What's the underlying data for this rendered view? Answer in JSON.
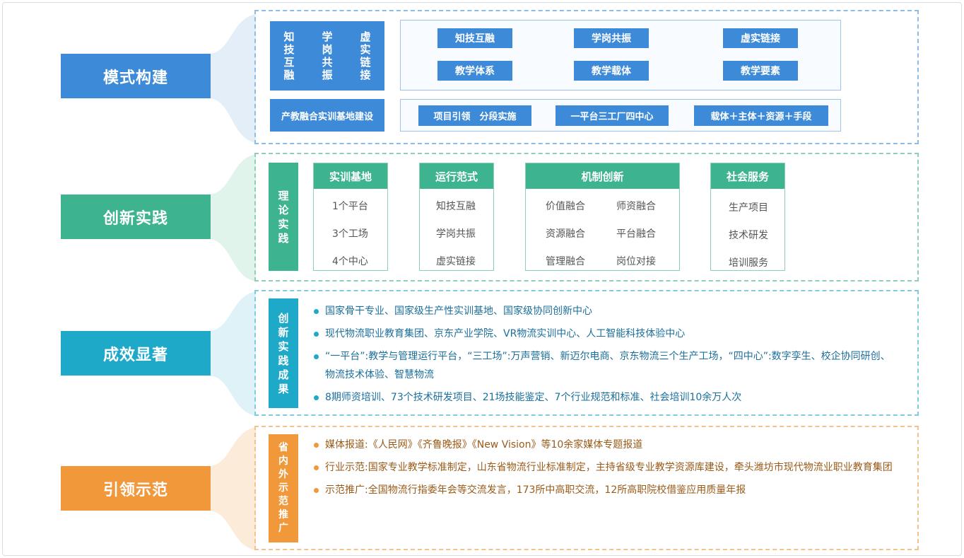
{
  "colors": {
    "blue": "#3d8ad8",
    "green": "#3eb38f",
    "teal": "#1fa9c9",
    "orange": "#f0983a"
  },
  "rows": {
    "model": {
      "label": "模式构建"
    },
    "practice": {
      "label": "创新实践"
    },
    "results": {
      "label": "成效显著"
    },
    "lead": {
      "label": "引领示范"
    }
  },
  "model": {
    "vertical_cols": [
      "知技互融",
      "学岗共振",
      "虚实链接"
    ],
    "top_pills": [
      "知技互融",
      "学岗共振",
      "虚实链接"
    ],
    "bottom_pills": [
      "教学体系",
      "教学载体",
      "教学要素"
    ],
    "base_label": "产教融合实训基地建设",
    "base_pills": [
      "项目引领　分段实施",
      "一平台三工厂四中心",
      "载体＋主体＋资源＋手段"
    ]
  },
  "practice": {
    "side_label": "理论实践",
    "cards": {
      "base": {
        "title": "实训基地",
        "items": [
          "1个平台",
          "3个工场",
          "4个中心"
        ]
      },
      "run": {
        "title": "运行范式",
        "items": [
          "知技互融",
          "学岗共振",
          "虚实链接"
        ]
      },
      "mech": {
        "title": "机制创新",
        "items": [
          "价值融合",
          "师资融合",
          "资源融合",
          "平台融合",
          "管理融合",
          "岗位对接"
        ]
      },
      "social": {
        "title": "社会服务",
        "items": [
          "生产项目",
          "技术研发",
          "培训服务"
        ]
      }
    }
  },
  "results": {
    "side_label": "创新实践成果",
    "bullets": [
      "国家骨干专业、国家级生产性实训基地、国家级协同创新中心",
      "现代物流职业教育集团、京东产业学院、VR物流实训中心、人工智能科技体验中心",
      "“一平台”:教学与管理运行平台，“三工场”:万声营销、新迈尔电商、京东物流三个生产工场，“四中心”:数字孪生、校企协同研创、物流技术体验、智慧物流",
      "8期师资培训、73个技术研发项目、21场技能鉴定、7个行业规范和标准、社会培训10余万人次"
    ]
  },
  "lead": {
    "side_label": "省内外示范推广",
    "bullets": [
      "媒体报道:《人民网》《齐鲁晚报》《New Vision》等10余家媒体专题报道",
      "行业示范:国家专业教学标准制定，山东省物流行业标准制定，主持省级专业教学资源库建设，牵头潍坊市现代物流业职业教育集团",
      "示范推广:全国物流行指委年会等交流发言，173所中高职交流，12所高职院校借鉴应用质量年报"
    ]
  }
}
